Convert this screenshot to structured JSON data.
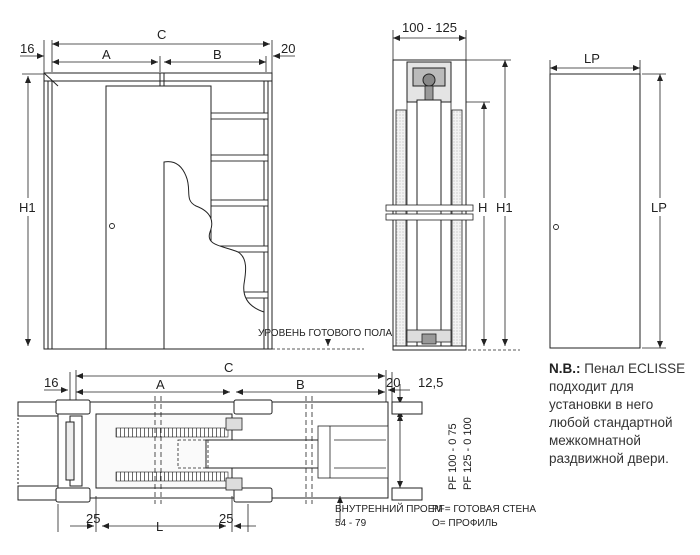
{
  "front_view": {
    "dim_16": "16",
    "dim_A": "A",
    "dim_C": "C",
    "dim_B": "B",
    "dim_20": "20",
    "dim_H1": "H1",
    "floor_label": "УРОВЕНЬ ГОТОВОГО ПОЛА"
  },
  "section_view": {
    "dim_width": "100 - 125",
    "dim_H": "H",
    "dim_H1": "H1"
  },
  "door_view": {
    "dim_LP_top": "LP",
    "dim_LP_side": "LP"
  },
  "plan_view": {
    "dim_16": "16",
    "dim_A": "A",
    "dim_C": "C",
    "dim_B": "B",
    "dim_20": "20",
    "dim_12_5": "12,5",
    "dim_25_left": "25",
    "dim_L": "L",
    "dim_25_right": "25",
    "pf_100": "PF 100 - 0 75",
    "pf_125": "PF 125 - 0 100",
    "opening_label": "ВНУТРЕННИЙ ПРОЕМ",
    "opening_range": "54 - 79",
    "legend_pf": "PF= ГОТОВАЯ СТЕНА",
    "legend_o": "O= ПРОФИЛЬ"
  },
  "note": {
    "bold": "N.B.:",
    "text": " Пенал ECLISSE подходит для установки в него любой стандартной межкомнатной раздвижной двери."
  }
}
